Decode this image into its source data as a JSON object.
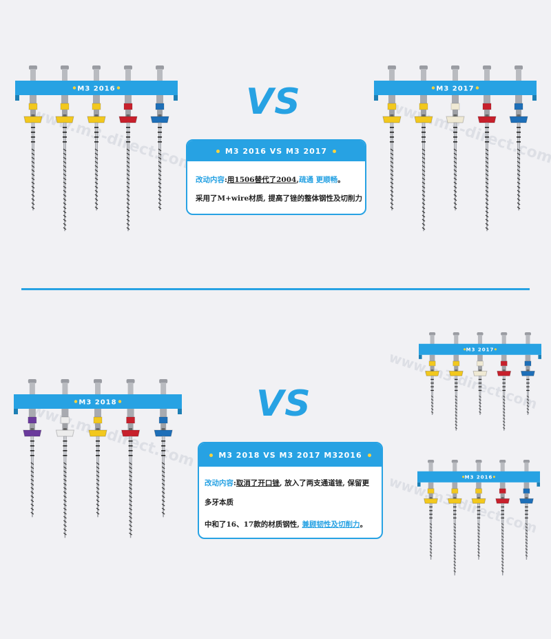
{
  "colors": {
    "accent": "#27a2e3",
    "yellow": "#f2c81e",
    "red": "#c7202c",
    "blue": "#1e6fb8",
    "purple": "#6a3a9c",
    "white": "#ececec",
    "cream": "#efe9d4"
  },
  "watermark": "www.m3-direct.com",
  "rack_2016": {
    "label": "M3 2016",
    "band_colors": [
      "yellow",
      "yellow",
      "yellow",
      "red",
      "blue"
    ]
  },
  "rack_2017": {
    "label": "M3 2017",
    "band_colors": [
      "yellow",
      "yellow",
      "cream",
      "red",
      "blue"
    ]
  },
  "rack_2018": {
    "label": "M3 2018",
    "band_colors": [
      "purple",
      "white",
      "yellow",
      "red",
      "blue"
    ]
  },
  "rack_2017_small": {
    "label": "M3 2017",
    "band_colors": [
      "yellow",
      "yellow",
      "cream",
      "red",
      "blue"
    ]
  },
  "rack_2016_small": {
    "label": "M3 2016",
    "band_colors": [
      "yellow",
      "yellow",
      "yellow",
      "red",
      "blue"
    ]
  },
  "vs_label": "VS",
  "card_top": {
    "title": "M3 2016 VS M3 2017",
    "line1_prefix": "改动内容",
    "line1_colon": ":",
    "line1_a": "用1506替代了2004",
    "line1_b": ",",
    "line1_c": "疏通 更顺畅",
    "line1_d": "。",
    "line2": "采用了M+wire材质, 提高了锉的整体钢性及切削力"
  },
  "card_bottom": {
    "title": "M3 2018 VS M3 2017 M32016",
    "line1_prefix": "改动内容",
    "line1_colon": ":",
    "line1_a": "取消了开口锉",
    "line1_b": ", 放入了两支通道锉, 保留更",
    "line2": "多牙本质",
    "line3_a": "中和了16、17款的材质钢性, ",
    "line3_b": "兼顾韧性及切削力",
    "line3_c": "。"
  }
}
